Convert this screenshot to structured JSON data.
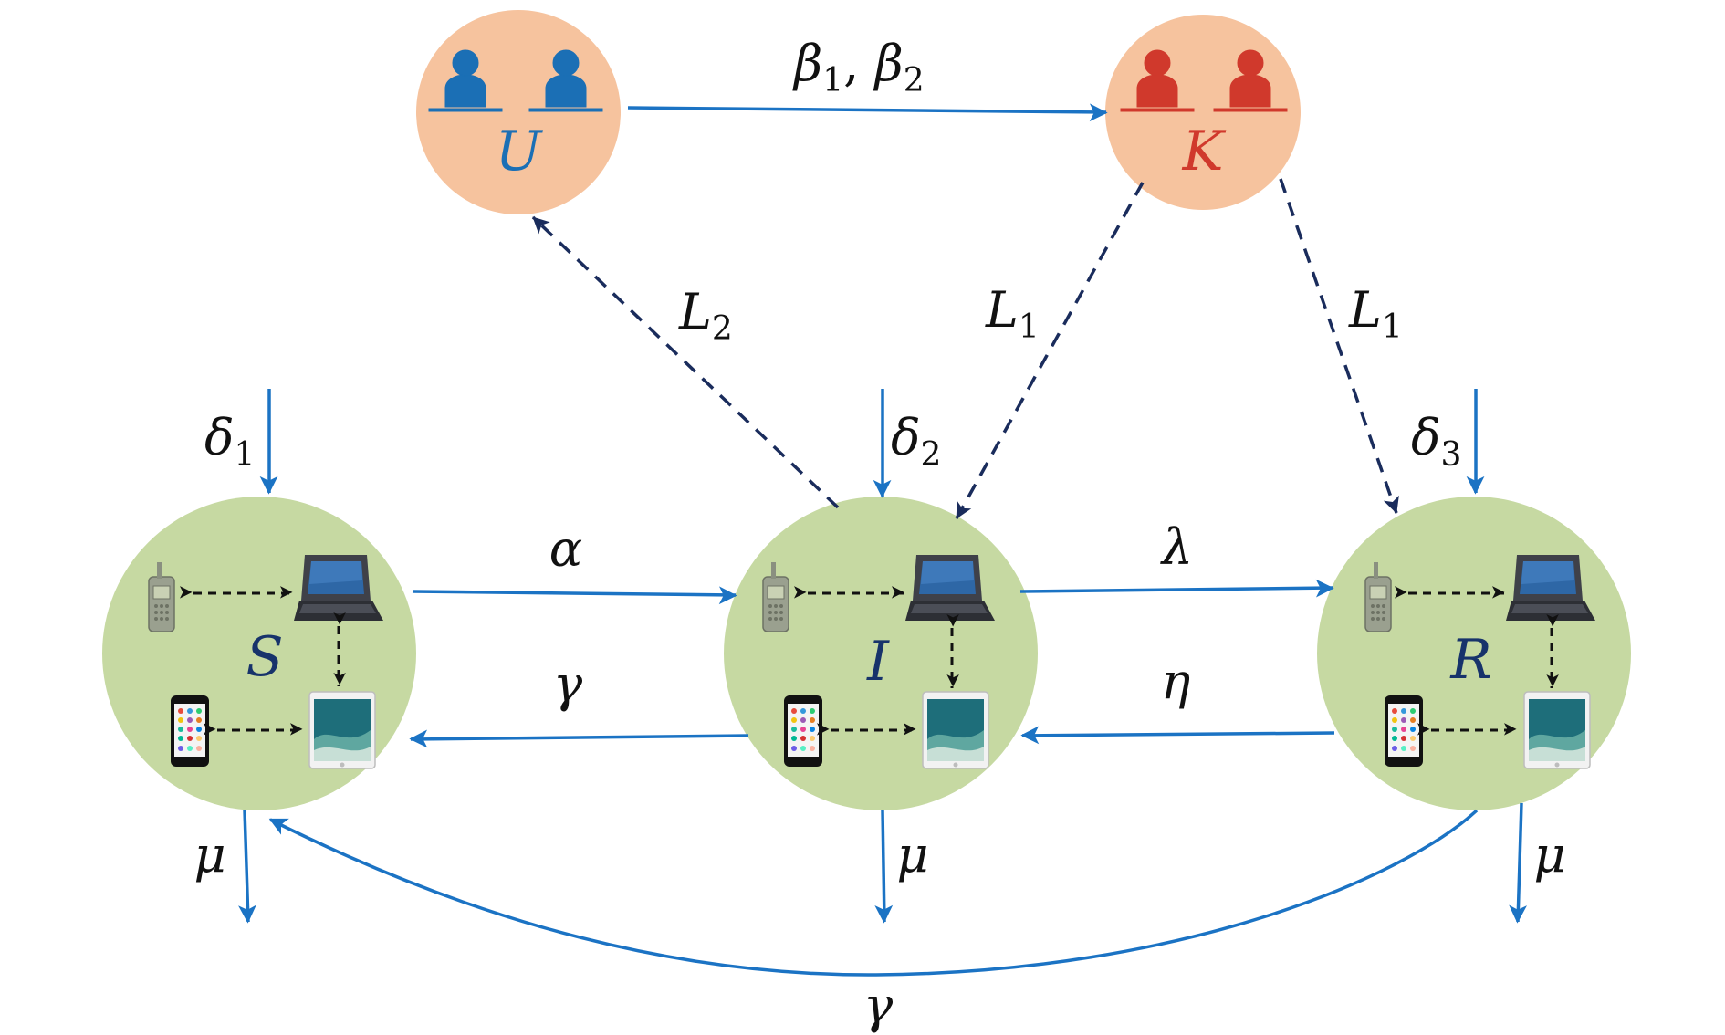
{
  "colors": {
    "flow_arrow": "#1b73c4",
    "dashed_arrow": "#1a2c5c",
    "device_node_fill": "#c6d9a2",
    "user_node_fill": "#f6c39e",
    "unaware_users": "#1b6fb5",
    "knowledgeable_users": "#d0392c"
  },
  "icons": {
    "user_pair": "person-silhouette-icon",
    "devices": [
      "cellphone-icon",
      "laptop-icon",
      "smartphone-icon",
      "tablet-icon"
    ]
  },
  "nodes": {
    "U": {
      "label": "U"
    },
    "K": {
      "label": "K"
    },
    "S": {
      "label": "S"
    },
    "I": {
      "label": "I"
    },
    "R": {
      "label": "R"
    }
  },
  "edges": {
    "u_to_k": {
      "base": "β",
      "sub1": "1",
      "sep": ", ",
      "sub2": "2"
    },
    "i_to_u": {
      "base": "L",
      "sub": "2"
    },
    "k_to_i": {
      "base": "L",
      "sub": "1"
    },
    "k_to_r": {
      "base": "L",
      "sub": "1"
    },
    "s_to_i": {
      "label": "α"
    },
    "i_to_s": {
      "label": "γ"
    },
    "i_to_r": {
      "label": "λ"
    },
    "r_to_i": {
      "label": "η"
    },
    "r_to_s": {
      "label": "γ"
    },
    "in_s": {
      "base": "δ",
      "sub": "1"
    },
    "in_i": {
      "base": "δ",
      "sub": "2"
    },
    "in_r": {
      "base": "δ",
      "sub": "3"
    },
    "out_s": {
      "label": "μ"
    },
    "out_i": {
      "label": "μ"
    },
    "out_r": {
      "label": "μ"
    }
  }
}
